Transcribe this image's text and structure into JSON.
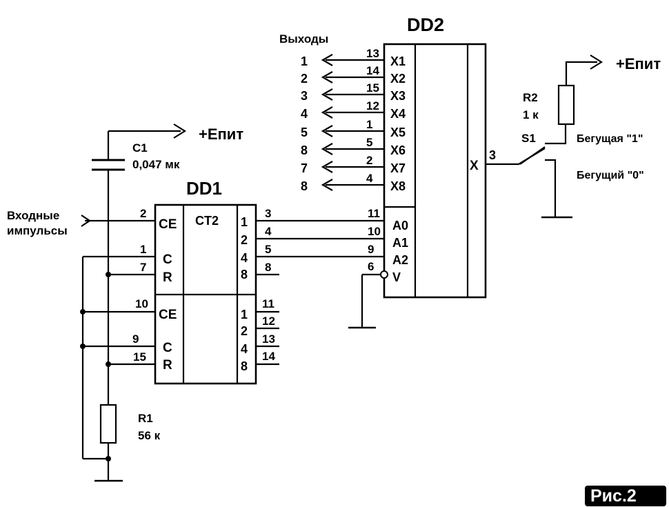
{
  "title_dd1": "DD1",
  "title_dd2": "DD2",
  "figure_label": "Рис.2",
  "labels": {
    "outputs": "Выходы",
    "input_line1": "Входные",
    "input_line2": "импульсы",
    "supply_c1": "+Eпит",
    "supply_r2": "+Eпит",
    "c1_name": "C1",
    "c1_value": "0,047 мк",
    "r1_name": "R1",
    "r1_value": "56 к",
    "r2_name": "R2",
    "r2_value": "1 к",
    "s1_name": "S1",
    "running_one": "Бегущая \"1\"",
    "running_zero": "Бегущий \"0\""
  },
  "dd1": {
    "type": "CT2",
    "upper": {
      "ce": "CE",
      "c": "C",
      "r": "R",
      "pin_ce": "2",
      "pin_c": "1",
      "pin_r": "7",
      "outputs": [
        {
          "weight": "1",
          "pin": "3"
        },
        {
          "weight": "2",
          "pin": "4"
        },
        {
          "weight": "4",
          "pin": "5"
        },
        {
          "weight": "8",
          "pin": "8"
        }
      ]
    },
    "lower": {
      "ce": "CE",
      "c": "C",
      "r": "R",
      "pin_ce": "10",
      "pin_c": "9",
      "pin_r": "15",
      "outputs": [
        {
          "weight": "1",
          "pin": "11"
        },
        {
          "weight": "2",
          "pin": "12"
        },
        {
          "weight": "4",
          "pin": "13"
        },
        {
          "weight": "8",
          "pin": "14"
        }
      ]
    }
  },
  "dd2": {
    "out_label": "X",
    "out_pin": "3",
    "addr": [
      {
        "name": "A0",
        "pin": "11"
      },
      {
        "name": "A1",
        "pin": "10"
      },
      {
        "name": "A2",
        "pin": "9"
      }
    ],
    "strobe": {
      "name": "V",
      "pin": "6"
    },
    "channels": [
      {
        "out": "1",
        "pin": "13",
        "name": "X1"
      },
      {
        "out": "2",
        "pin": "14",
        "name": "X2"
      },
      {
        "out": "3",
        "pin": "15",
        "name": "X3"
      },
      {
        "out": "4",
        "pin": "12",
        "name": "X4"
      },
      {
        "out": "5",
        "pin": "1",
        "name": "X5"
      },
      {
        "out": "8",
        "pin": "5",
        "name": "X6"
      },
      {
        "out": "7",
        "pin": "2",
        "name": "X7"
      },
      {
        "out": "8",
        "pin": "4",
        "name": "X8"
      }
    ]
  }
}
